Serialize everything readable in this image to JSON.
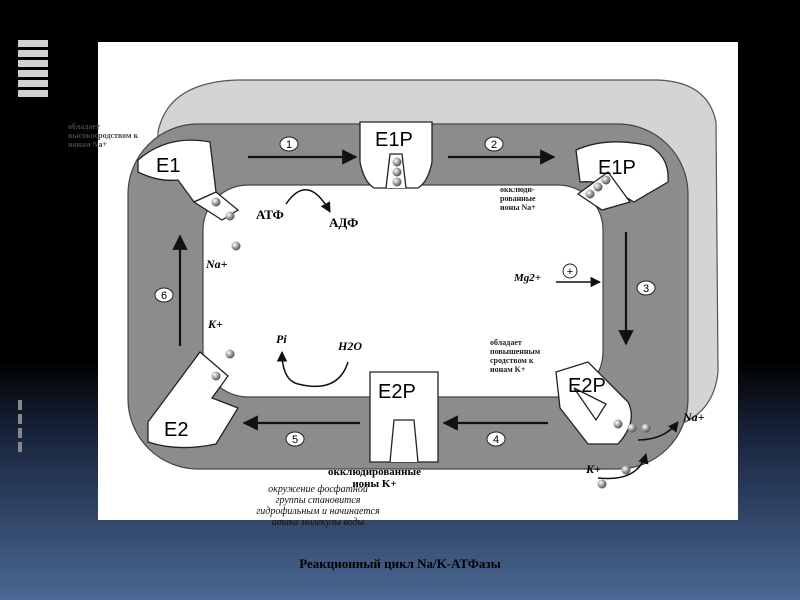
{
  "states": {
    "e1_top_left": "E1",
    "e1p_top": "E1P",
    "e1p_right": "E1P",
    "e2p_right": "E2P",
    "e2p_bottom": "E2P",
    "e2_bottom_left": "E2"
  },
  "steps": [
    "1",
    "2",
    "3",
    "4",
    "5",
    "6"
  ],
  "labels": {
    "atf": "АТФ",
    "adf": "АДФ",
    "na_left": "Na+",
    "k_left": "K+",
    "pi": "Pi",
    "h2o": "H2O",
    "mg": "Mg2+",
    "na_out": "Na+",
    "k_out": "K+"
  },
  "notes": {
    "top_left": [
      "обладает",
      "высокосродством к",
      "ионам Na+"
    ],
    "right_top": [
      "окклюди-",
      "рованные",
      "ионы Na+"
    ],
    "right_mid": [
      "обладает",
      "повышенным",
      "сродством к",
      "ионам K+"
    ],
    "bottom_occluded": [
      "окклюдированные",
      "ионы K+"
    ],
    "bottom_italic": [
      "окружение фосфатной",
      "группы становится",
      "гидрофильным и начинается",
      "атака молекулы воды"
    ]
  },
  "caption": "Реакционный цикл Na/K-АТФазы",
  "colors": {
    "slide_background": "#000000",
    "membrane_dark": "#8a8a8a",
    "membrane_light": "#cfcfcf",
    "figure_background": "#ffffff"
  }
}
